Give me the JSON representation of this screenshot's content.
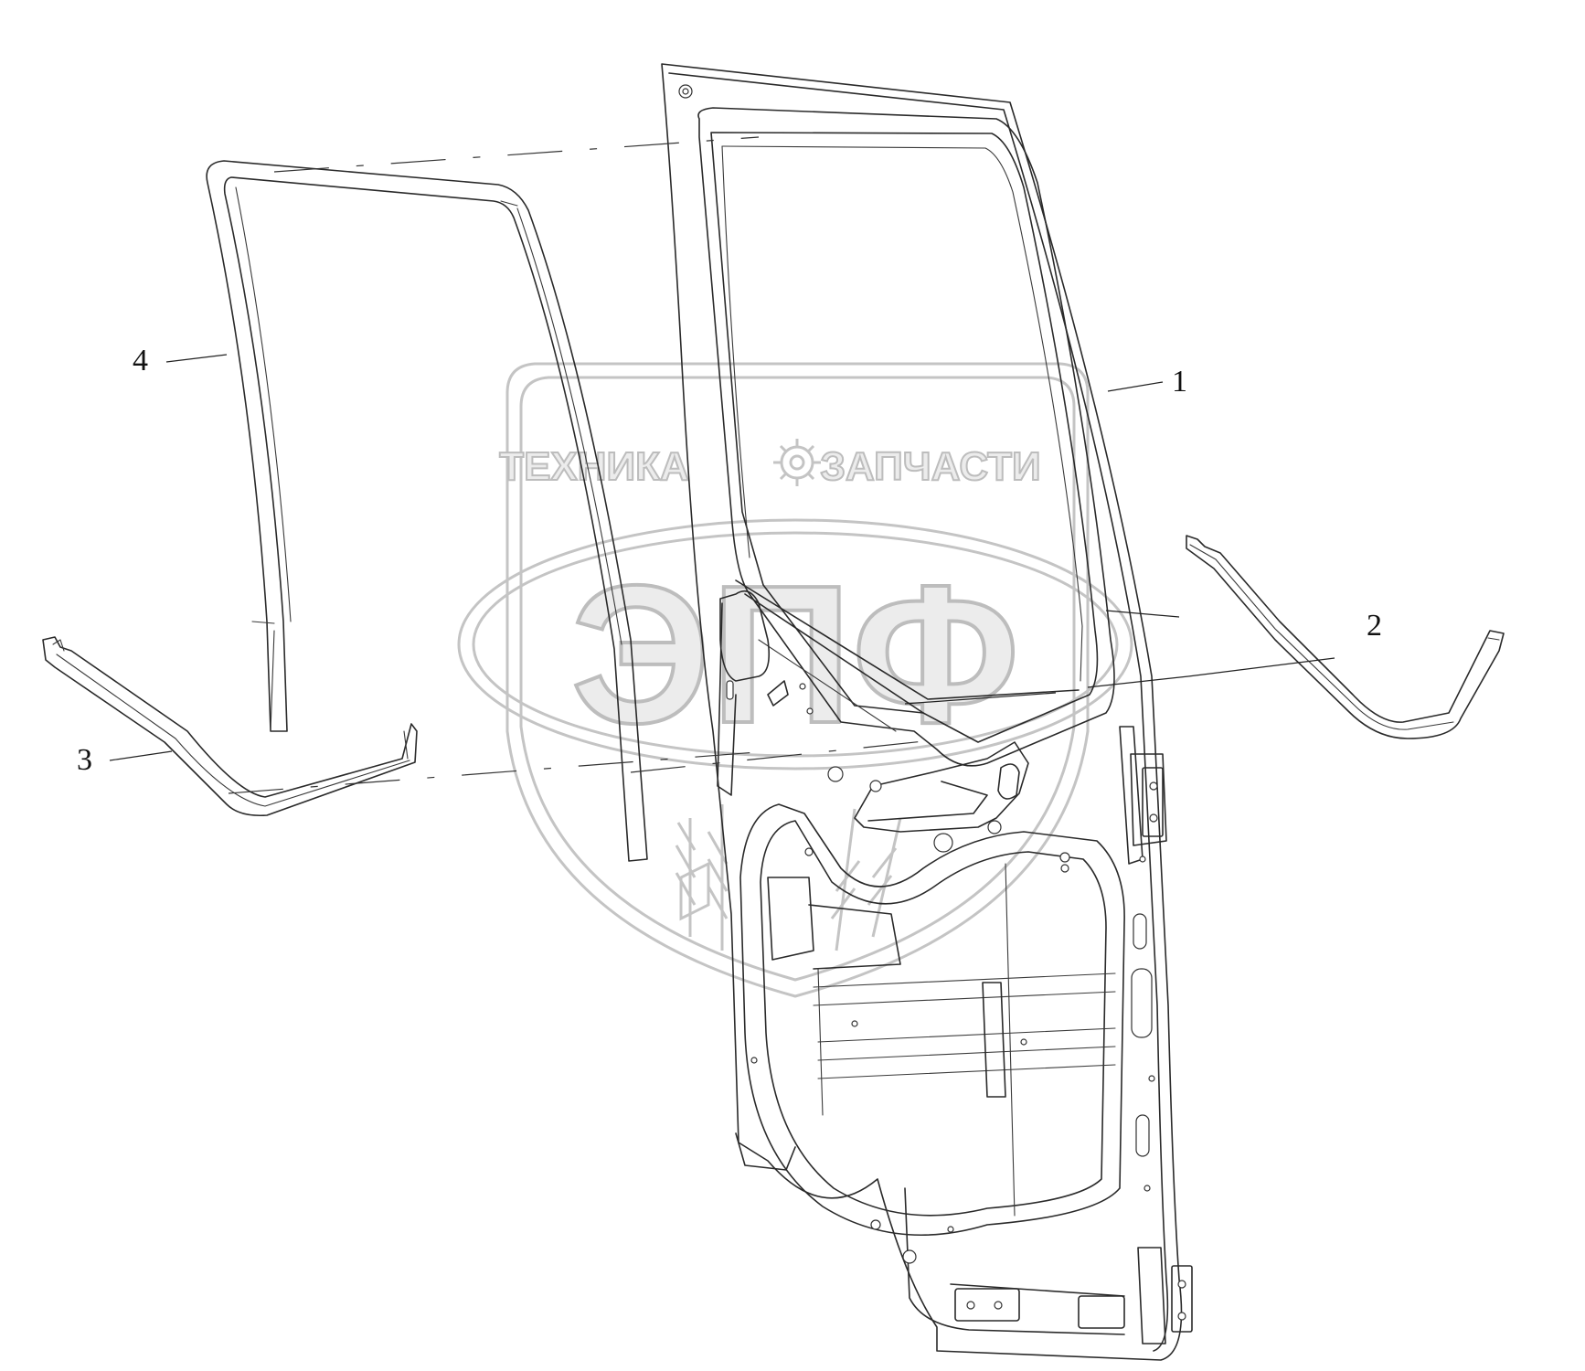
{
  "callouts": [
    {
      "id": "1",
      "label": "1"
    },
    {
      "id": "2",
      "label": "2"
    },
    {
      "id": "3",
      "label": "3"
    },
    {
      "id": "4",
      "label": "4"
    }
  ],
  "watermark": {
    "text_left": "ТЕХНИКА",
    "text_right": "ЗАПЧАСТИ",
    "logo_letters": "ЭПФ",
    "gear_icon": "gear-icon"
  }
}
